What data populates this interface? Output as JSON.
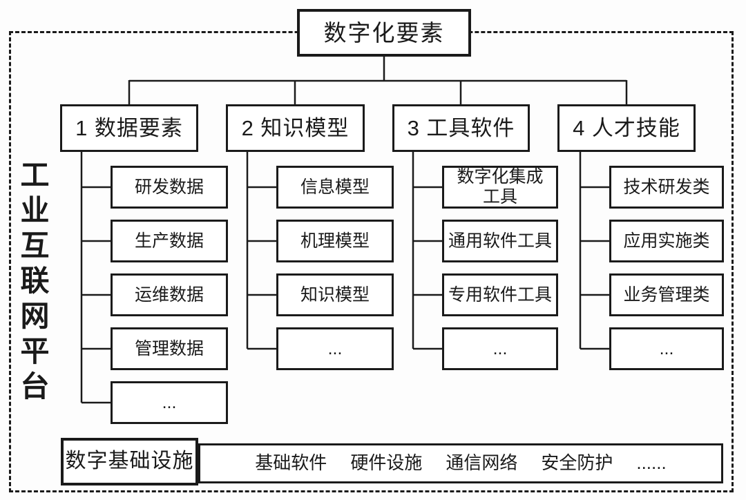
{
  "diagram_title": "数字化要素",
  "platform_label": "工业互联网平台",
  "root": {
    "label": "数字化要素"
  },
  "branches": [
    {
      "label": "1 数据要素",
      "children": [
        "研发数据",
        "生产数据",
        "运维数据",
        "管理数据",
        "..."
      ]
    },
    {
      "label": "2 知识模型",
      "children": [
        "信息模型",
        "机理模型",
        "知识模型",
        "..."
      ]
    },
    {
      "label": "3 工具软件",
      "children": [
        "数字化集成\n工具",
        "通用软件工具",
        "专用软件工具",
        "..."
      ]
    },
    {
      "label": "4 人才技能",
      "children": [
        "技术研发类",
        "应用实施类",
        "业务管理类",
        "..."
      ]
    }
  ],
  "infrastructure": {
    "label": "数字基础设施",
    "items": [
      "基础软件",
      "硬件设施",
      "通信网络",
      "安全防护",
      "......"
    ]
  },
  "colors": {
    "line": "#1a1a1a",
    "background": "#ffffff"
  }
}
